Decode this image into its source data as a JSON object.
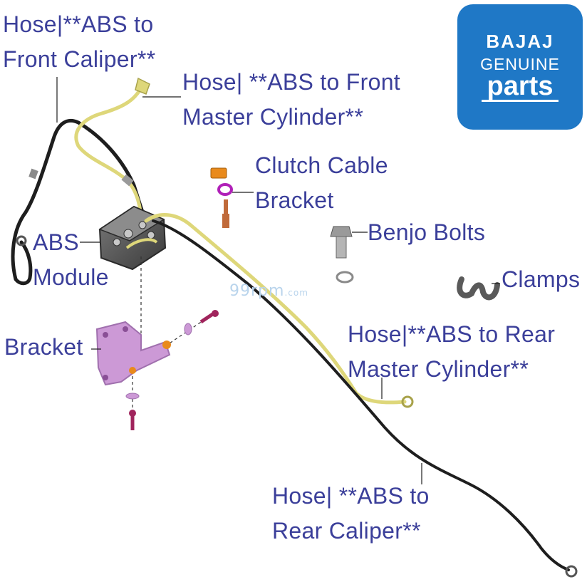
{
  "logo": {
    "brand": "BAJAJ",
    "line2": "GENUINE",
    "line3": "parts",
    "color": "#1f78c6"
  },
  "watermark": {
    "main": "99rpm",
    "suffix": ".com"
  },
  "labels": {
    "hose_abs_front_caliper": [
      "Hose|**ABS to",
      "Front Caliper**"
    ],
    "hose_abs_front_master": [
      "Hose| **ABS to Front",
      "Master Cylinder**"
    ],
    "clutch_cable_bracket": [
      "Clutch Cable",
      "Bracket"
    ],
    "benjo_bolts": [
      "Benjo Bolts"
    ],
    "abs_module": [
      "ABS",
      "Module"
    ],
    "clamps": [
      "Clamps"
    ],
    "hose_abs_rear_master": [
      "Hose|**ABS to Rear",
      "Master Cylinder**"
    ],
    "bracket": [
      "Bracket"
    ],
    "hose_abs_rear_caliper": [
      "Hose| **ABS to",
      "Rear Caliper**"
    ]
  },
  "colors": {
    "label_text": "#3b3f9a",
    "hose_yellow": "#ded77a",
    "hose_black": "#1e1e1e",
    "bracket_purple": "#cc99d6",
    "bolt_magenta": "#a0245c",
    "clip_orange": "#e98a1c"
  }
}
